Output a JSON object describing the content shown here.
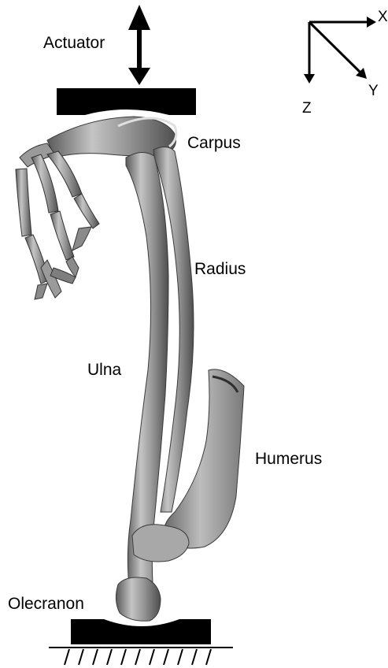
{
  "labels": {
    "actuator": "Actuator",
    "carpus": "Carpus",
    "radius": "Radius",
    "ulna": "Ulna",
    "humerus": "Humerus",
    "olecranon": "Olecranon"
  },
  "axes": {
    "x": "X",
    "y": "Y",
    "z": "Z"
  },
  "colors": {
    "bone_light": "#c9c9c9",
    "bone_mid": "#8f8f8f",
    "bone_dark": "#4a4a4a",
    "fixture": "#000000"
  }
}
